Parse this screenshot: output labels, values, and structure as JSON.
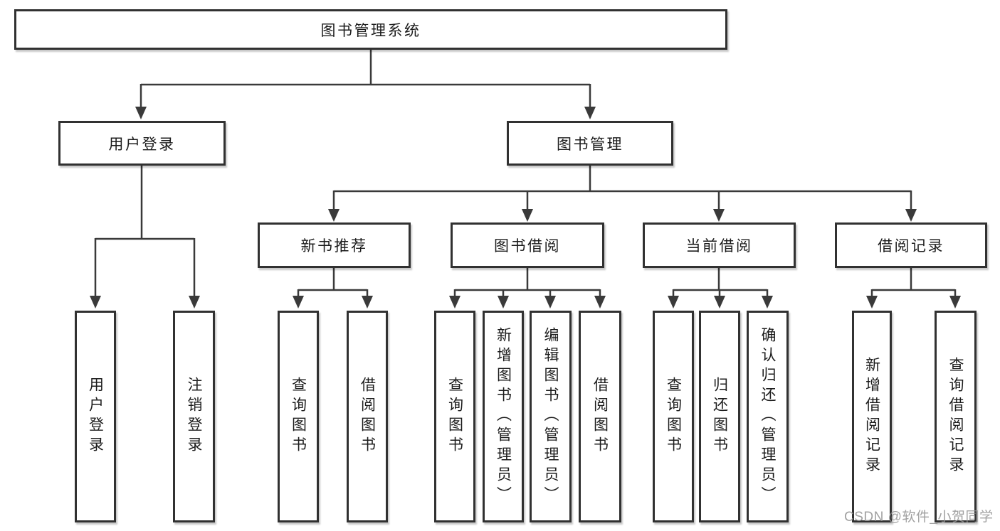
{
  "tree": {
    "label": "图书管理系统",
    "children": [
      {
        "label": "用户登录",
        "children": [
          {
            "label": "用户登录"
          },
          {
            "label": "注销登录"
          }
        ]
      },
      {
        "label": "图书管理",
        "children": [
          {
            "label": "新书推荐",
            "children": [
              {
                "label": "查询图书"
              },
              {
                "label": "借阅图书"
              }
            ]
          },
          {
            "label": "图书借阅",
            "children": [
              {
                "label": "查询图书"
              },
              {
                "label": "新增图书（管理员）"
              },
              {
                "label": "编辑图书（管理员）"
              },
              {
                "label": "借阅图书"
              }
            ]
          },
          {
            "label": "当前借阅",
            "children": [
              {
                "label": "查询图书"
              },
              {
                "label": "归还图书"
              },
              {
                "label": "确认归还（管理员）"
              }
            ]
          },
          {
            "label": "借阅记录",
            "children": [
              {
                "label": "新增借阅记录"
              },
              {
                "label": "查询借阅记录"
              }
            ]
          }
        ]
      }
    ]
  },
  "watermark": "CSDN @软件_小贺同学",
  "colors": {
    "line": "#3a3a3a",
    "box_border": "#313131",
    "text": "#1c1c1c",
    "watermark_text": "#949494"
  }
}
